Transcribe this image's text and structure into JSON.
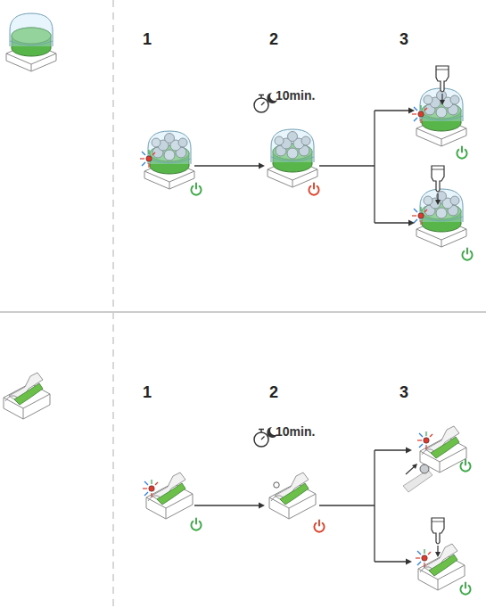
{
  "diagram": {
    "labels": [
      "1",
      "2",
      "3",
      "10min.",
      "1",
      "2",
      "3",
      "10min."
    ]
  }
}
